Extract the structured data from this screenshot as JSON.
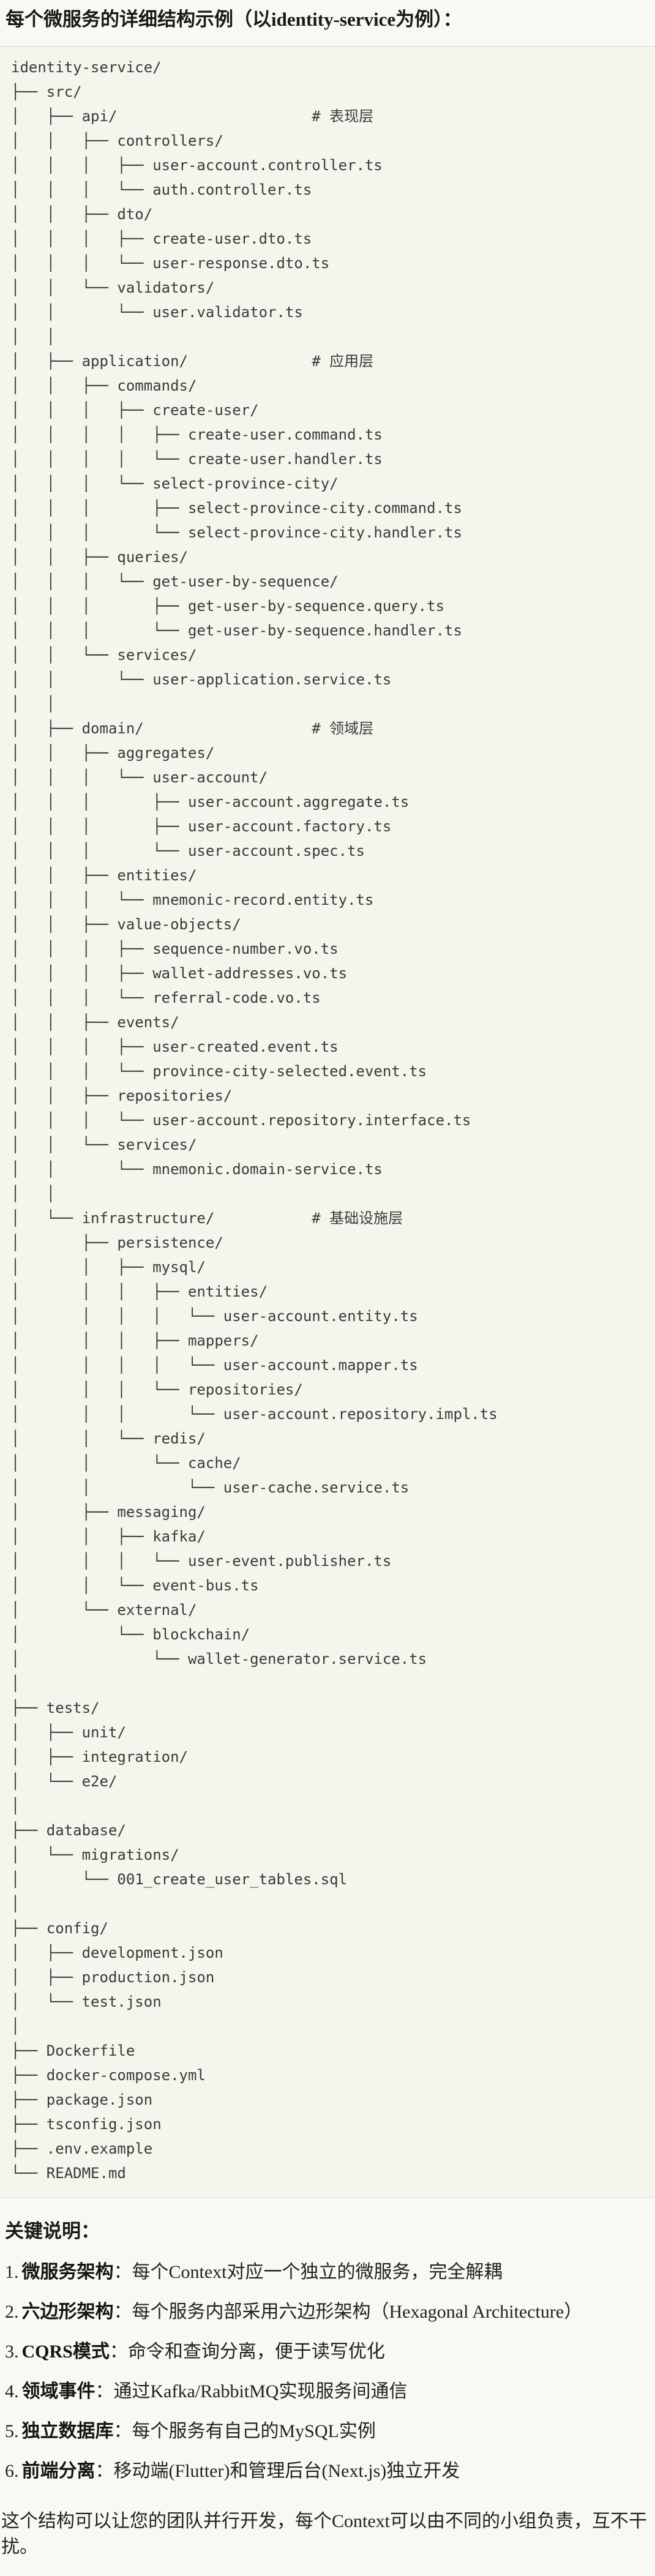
{
  "title": "每个微服务的详细结构示例（以identity-service为例）：",
  "file_tree": {
    "lines": [
      "identity-service/",
      "├── src/",
      "│   ├── api/                      # 表现层",
      "│   │   ├── controllers/",
      "│   │   │   ├── user-account.controller.ts",
      "│   │   │   └── auth.controller.ts",
      "│   │   ├── dto/",
      "│   │   │   ├── create-user.dto.ts",
      "│   │   │   └── user-response.dto.ts",
      "│   │   └── validators/",
      "│   │       └── user.validator.ts",
      "│   │",
      "│   ├── application/              # 应用层",
      "│   │   ├── commands/",
      "│   │   │   ├── create-user/",
      "│   │   │   │   ├── create-user.command.ts",
      "│   │   │   │   └── create-user.handler.ts",
      "│   │   │   └── select-province-city/",
      "│   │   │       ├── select-province-city.command.ts",
      "│   │   │       └── select-province-city.handler.ts",
      "│   │   ├── queries/",
      "│   │   │   └── get-user-by-sequence/",
      "│   │   │       ├── get-user-by-sequence.query.ts",
      "│   │   │       └── get-user-by-sequence.handler.ts",
      "│   │   └── services/",
      "│   │       └── user-application.service.ts",
      "│   │",
      "│   ├── domain/                   # 领域层",
      "│   │   ├── aggregates/",
      "│   │   │   └── user-account/",
      "│   │   │       ├── user-account.aggregate.ts",
      "│   │   │       ├── user-account.factory.ts",
      "│   │   │       └── user-account.spec.ts",
      "│   │   ├── entities/",
      "│   │   │   └── mnemonic-record.entity.ts",
      "│   │   ├── value-objects/",
      "│   │   │   ├── sequence-number.vo.ts",
      "│   │   │   ├── wallet-addresses.vo.ts",
      "│   │   │   └── referral-code.vo.ts",
      "│   │   ├── events/",
      "│   │   │   ├── user-created.event.ts",
      "│   │   │   └── province-city-selected.event.ts",
      "│   │   ├── repositories/",
      "│   │   │   └── user-account.repository.interface.ts",
      "│   │   └── services/",
      "│   │       └── mnemonic.domain-service.ts",
      "│   │",
      "│   └── infrastructure/           # 基础设施层",
      "│       ├── persistence/",
      "│       │   ├── mysql/",
      "│       │   │   ├── entities/",
      "│       │   │   │   └── user-account.entity.ts",
      "│       │   │   ├── mappers/",
      "│       │   │   │   └── user-account.mapper.ts",
      "│       │   │   └── repositories/",
      "│       │   │       └── user-account.repository.impl.ts",
      "│       │   └── redis/",
      "│       │       └── cache/",
      "│       │           └── user-cache.service.ts",
      "│       ├── messaging/",
      "│       │   ├── kafka/",
      "│       │   │   └── user-event.publisher.ts",
      "│       │   └── event-bus.ts",
      "│       └── external/",
      "│           └── blockchain/",
      "│               └── wallet-generator.service.ts",
      "│",
      "├── tests/",
      "│   ├── unit/",
      "│   ├── integration/",
      "│   └── e2e/",
      "│",
      "├── database/",
      "│   └── migrations/",
      "│       └── 001_create_user_tables.sql",
      "│",
      "├── config/",
      "│   ├── development.json",
      "│   ├── production.json",
      "│   └── test.json",
      "│",
      "├── Dockerfile",
      "├── docker-compose.yml",
      "├── package.json",
      "├── tsconfig.json",
      "├── .env.example",
      "└── README.md"
    ]
  },
  "notes": {
    "heading": "关键说明：",
    "items": [
      {
        "num": "1.",
        "term": "微服务架构",
        "desc": "：每个Context对应一个独立的微服务，完全解耦"
      },
      {
        "num": "2.",
        "term": "六边形架构",
        "desc": "：每个服务内部采用六边形架构（Hexagonal Architecture）"
      },
      {
        "num": "3.",
        "term": "CQRS模式",
        "desc": "：命令和查询分离，便于读写优化"
      },
      {
        "num": "4.",
        "term": "领域事件",
        "desc": "：通过Kafka/RabbitMQ实现服务间通信"
      },
      {
        "num": "5.",
        "term": "独立数据库",
        "desc": "：每个服务有自己的MySQL实例"
      },
      {
        "num": "6.",
        "term": "前端分离",
        "desc": "：移动端(Flutter)和管理后台(Next.js)独立开发"
      }
    ],
    "closing": "这个结构可以让您的团队并行开发，每个Context可以由不同的小组负责，互不干扰。"
  }
}
